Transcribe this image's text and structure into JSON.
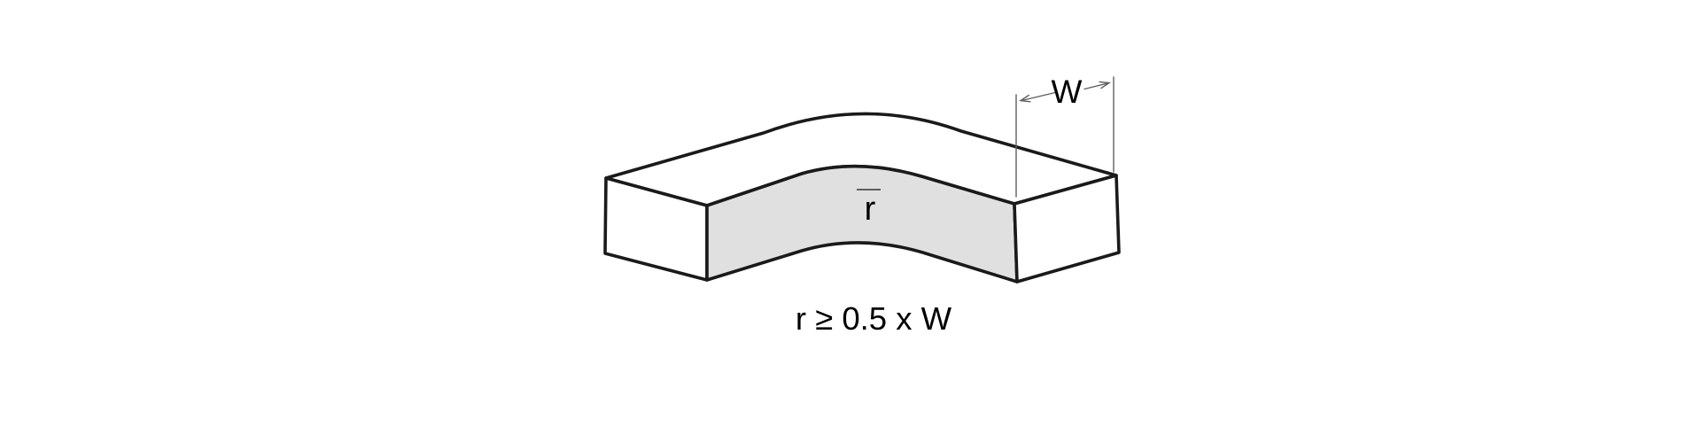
{
  "diagram": {
    "title": "minimum-bend-radius-diagram",
    "labels": {
      "width": "W",
      "radius": "r",
      "formula": "r ≥ 0.5 x W"
    },
    "colors": {
      "line": "#1a1a1a",
      "face_light": "#ffffff",
      "face_shaded": "#e0e0e0",
      "thin_line": "#5f5f5f",
      "text": "#000000",
      "background": "#ffffff"
    }
  }
}
